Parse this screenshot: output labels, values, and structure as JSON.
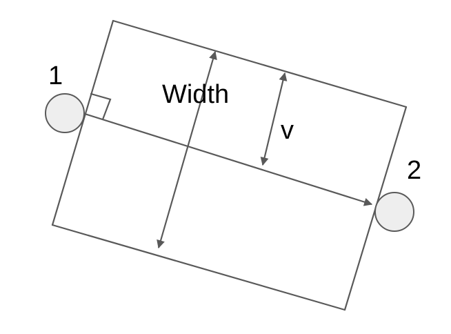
{
  "diagram": {
    "labels": {
      "node_1": "1",
      "node_2": "2",
      "width": "Width",
      "v": "v"
    },
    "colors": {
      "stroke": "#595959",
      "node_fill": "#eeeeee",
      "text": "#000000",
      "background": "#ffffff"
    }
  }
}
